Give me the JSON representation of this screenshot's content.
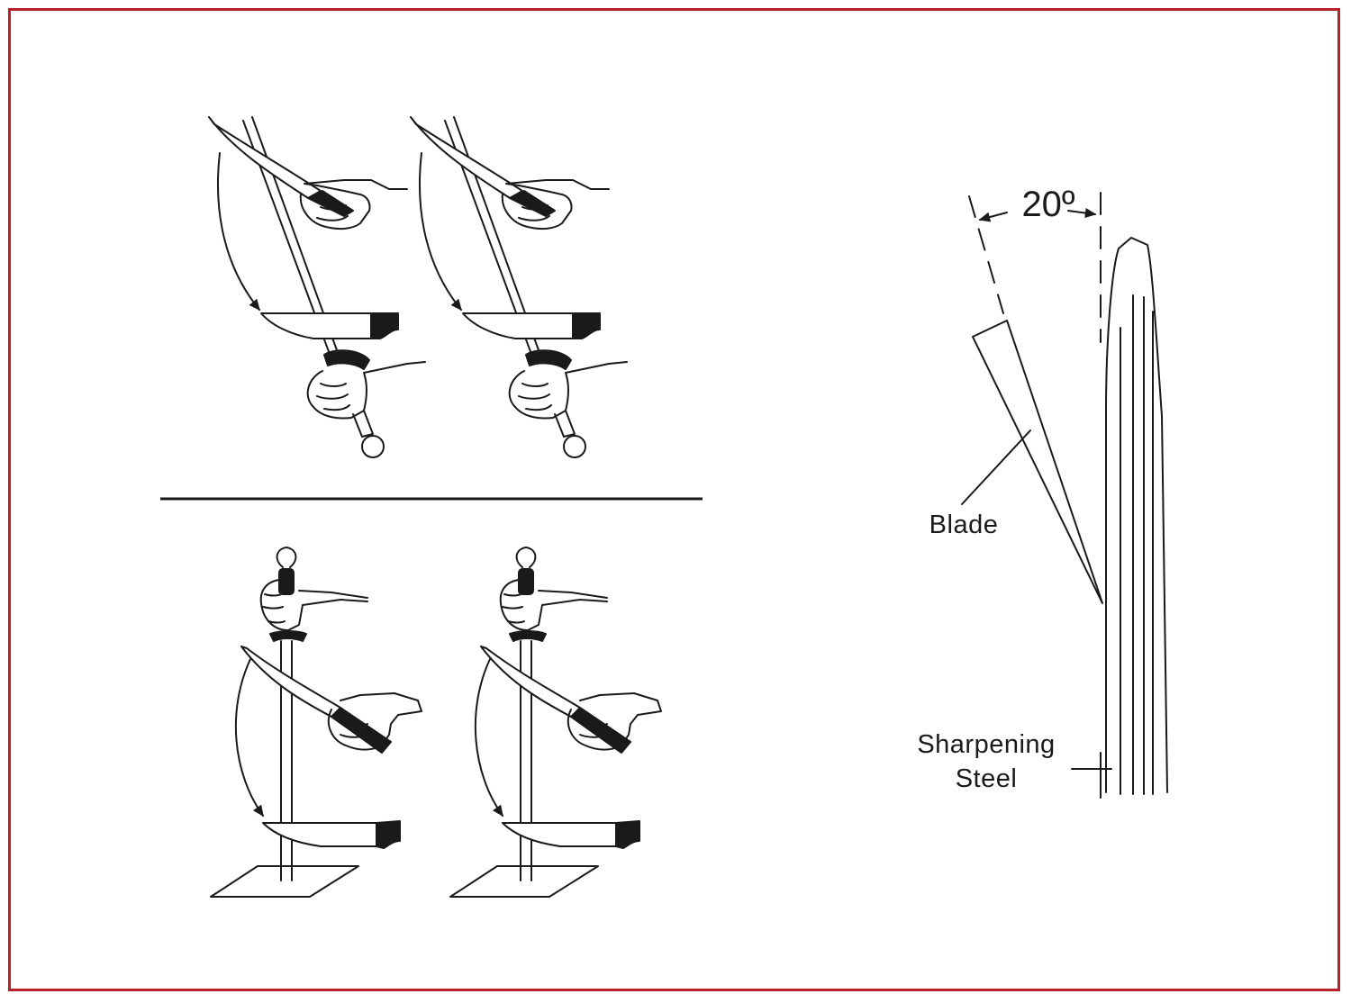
{
  "colors": {
    "frame": "#b5222a",
    "ink": "#1a1a1a",
    "background": "#ffffff"
  },
  "angle": {
    "label": "20º",
    "degrees": 20
  },
  "labels": {
    "blade": "Blade",
    "steel_line1": "Sharpening",
    "steel_line2": "Steel"
  },
  "panels": [
    {
      "id": "steel-diagonal-stroke-1",
      "icon": "knife-on-diagonal-steel"
    },
    {
      "id": "steel-diagonal-stroke-2",
      "icon": "knife-on-diagonal-steel"
    },
    {
      "id": "steel-vertical-stroke-1",
      "icon": "knife-on-vertical-steel"
    },
    {
      "id": "steel-vertical-stroke-2",
      "icon": "knife-on-vertical-steel"
    }
  ]
}
